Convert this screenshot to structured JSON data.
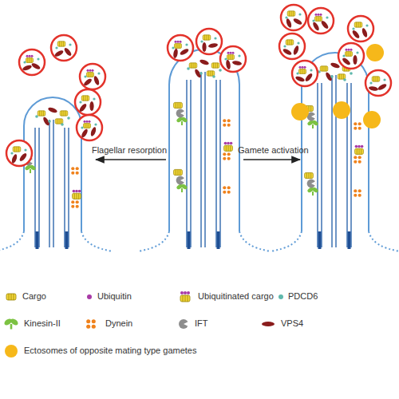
{
  "diagram": {
    "labels": [
      "Flagellar resorption",
      "Gamete activation"
    ],
    "legend": [
      {
        "text": "Cargo"
      },
      {
        "text": "Ubiquitin",
        "color": "#a83aa6"
      },
      {
        "text": "Ubiquitinated cargo"
      },
      {
        "text": "PDCD6",
        "color": "#5fb8ac"
      },
      {
        "text": "Kinesin-II"
      },
      {
        "text": "Dynein"
      },
      {
        "text": "IFT"
      },
      {
        "text": "VPS4"
      },
      {
        "text": "Ectosomes of opposite mating type gametes",
        "color": "#f6b81a"
      }
    ]
  }
}
